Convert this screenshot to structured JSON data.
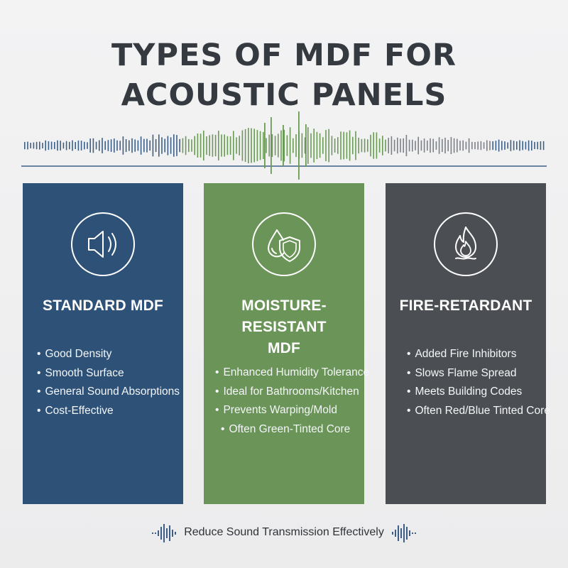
{
  "title": {
    "line1": "TYPES OF MDF FOR",
    "line2": "ACOUSTIC PANELS"
  },
  "colors": {
    "background": "#eeeeef",
    "title": "#343a40",
    "blue": "#2d5177",
    "green": "#6a9458",
    "gray": "#4b4e52",
    "wave_blue": "#3d5f86",
    "wave_green": "#6a9a55",
    "wave_gray": "#7c8087"
  },
  "cards": [
    {
      "icon": "speaker-icon",
      "title_line1": "STANDARD MDF",
      "title_line2": "",
      "bullets": [
        "Good Density",
        "Smooth Surface",
        "General Sound Absorptions",
        "Cost-Effective"
      ]
    },
    {
      "icon": "water-shield-icon",
      "title_line1": "MOISTURE-RESISTANT",
      "title_line2": "MDF",
      "bullets": [
        "Enhanced Humidity Tolerance",
        "Ideal for Bathrooms/Kitchen",
        "Prevents Warping/Mold",
        "Often Green-Tinted Core"
      ]
    },
    {
      "icon": "flame-icon",
      "title_line1": "FIRE-RETARDANT",
      "title_line2": "",
      "bullets": [
        "Added Fire Inhibitors",
        "Slows Flame Spread",
        "Meets Building Codes",
        "Often Red/Blue Tinted Core"
      ]
    }
  ],
  "footer": {
    "text": "Reduce Sound Transmission Effectively",
    "icon": "sound-wave-icon"
  }
}
